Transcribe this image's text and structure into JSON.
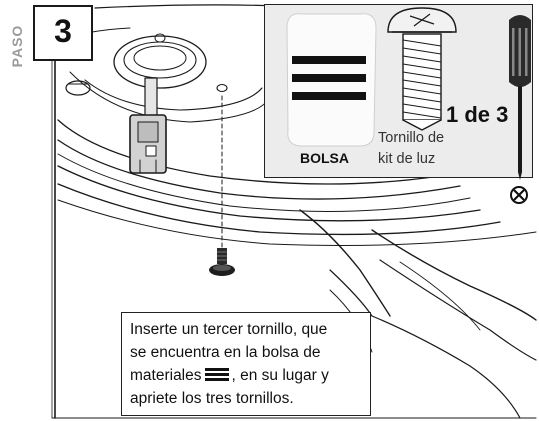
{
  "step": {
    "side_label": "PASO",
    "number": "3"
  },
  "parts_inset": {
    "bag_label": "BOLSA",
    "count_label": "1 de 3",
    "screw_label_line1": "Tornillo de",
    "screw_label_line2": "kit de luz"
  },
  "caption": {
    "line1": "Inserte un tercer tornillo, que",
    "line2": "se encuentra en la bolsa de",
    "line3_before_icon": "materiales",
    "line3_after_icon": ", en su lugar y",
    "line4": "apriete los tres tornillos."
  },
  "icons": [
    "bag-symbol-icon",
    "phillips-screwdriver-icon",
    "phillips-tip-symbol-icon",
    "screw-icon"
  ]
}
